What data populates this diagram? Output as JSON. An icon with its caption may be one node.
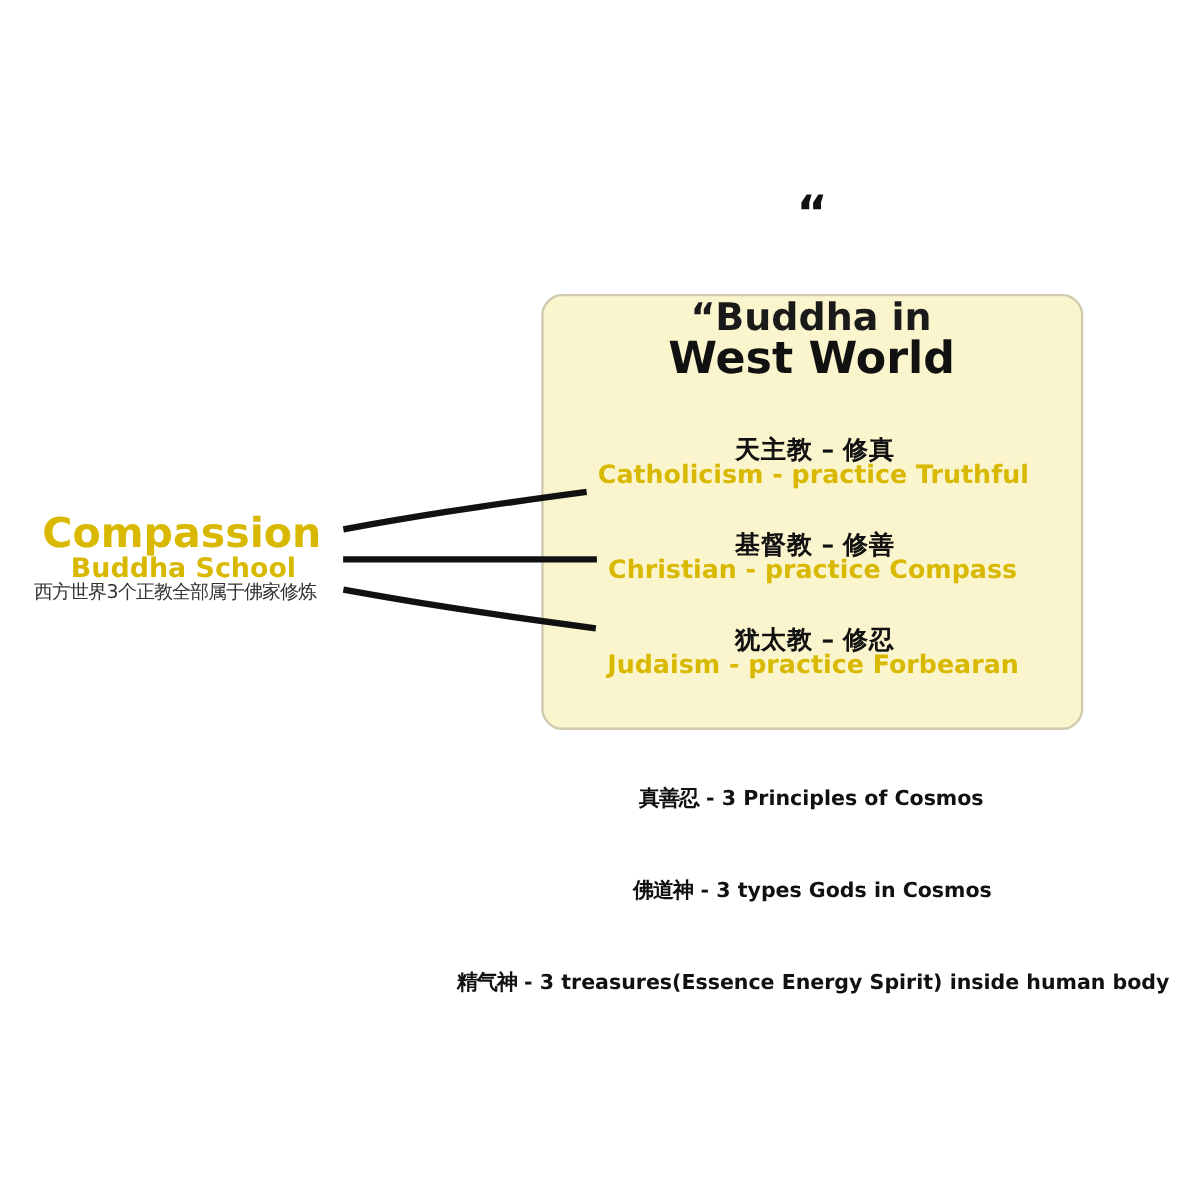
{
  "diagram": {
    "nodes": [
      {
        "text": [
          "“Buddha in",
          "West World"
        ]
      },
      {
        "text": [
          "Compassion",
          "Buddha School",
          "西方世界3个正教全部属于佛家修炼"
        ]
      },
      {
        "text": [
          "天主教 – 修真",
          "Catholicism - practice Truthful"
        ],
        "in": 0
      },
      {
        "text": [
          "基督教 – 修善",
          "Christian - practice Compass"
        ],
        "in": 0
      },
      {
        "text": [
          "犹太教 – 修忍",
          "Judaism - practice Forbearan"
        ],
        "in": 0
      }
    ],
    "edges": [
      {
        "from": 1,
        "to": 2,
        "arrow": "none"
      },
      {
        "from": 1,
        "to": 3,
        "arrow": "none"
      },
      {
        "from": 1,
        "to": 4,
        "arrow": "none"
      }
    ],
    "labels": [
      "“",
      "真善忍 - 3 Principles of Cosmos",
      "佛道神 - 3 types Gods in Cosmos",
      "精气神 - 3 treasures(Essence Energy Spirit) inside human body"
    ]
  }
}
